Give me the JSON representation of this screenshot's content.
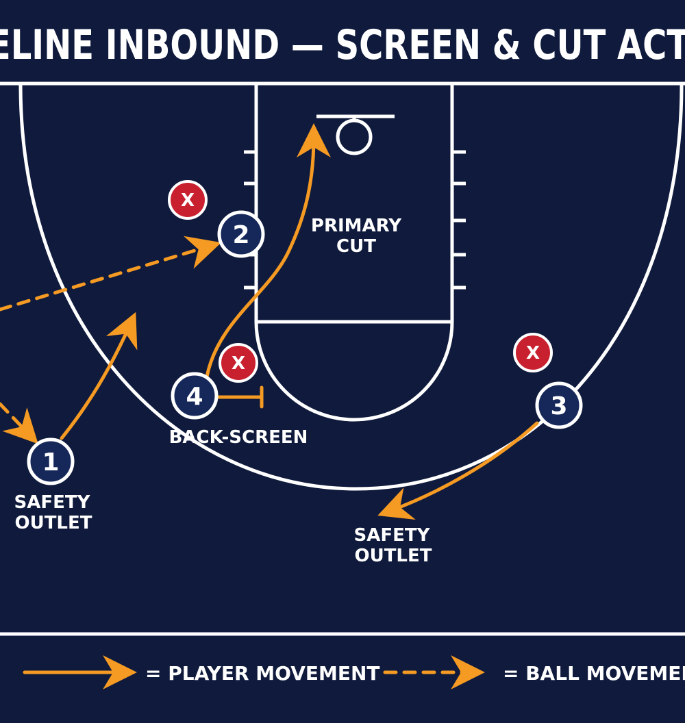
{
  "title": "IDELINE INBOUND — SCREEN & CUT ACTIO",
  "colors": {
    "background": "#0f1a3c",
    "court_lines": "#ffffff",
    "movement": "#f59a23",
    "offense": "#16275a",
    "defense": "#c8202f"
  },
  "players": [
    {
      "number": "1",
      "label": [
        "SAFETY",
        "OUTLET"
      ]
    },
    {
      "number": "2"
    },
    {
      "number": "3",
      "label": [
        "SAFETY",
        "OUTLET"
      ]
    },
    {
      "number": "4",
      "label": [
        "BACK-SCREEN"
      ]
    }
  ],
  "defenders": [
    {
      "mark": "X"
    },
    {
      "mark": "X"
    },
    {
      "mark": "X"
    }
  ],
  "annotations": {
    "primary_cut": [
      "PRIMARY",
      "CUT"
    ]
  },
  "legend": {
    "player_movement": "= PLAYER MOVEMENT",
    "ball_movement": "= BALL MOVEMENT"
  }
}
